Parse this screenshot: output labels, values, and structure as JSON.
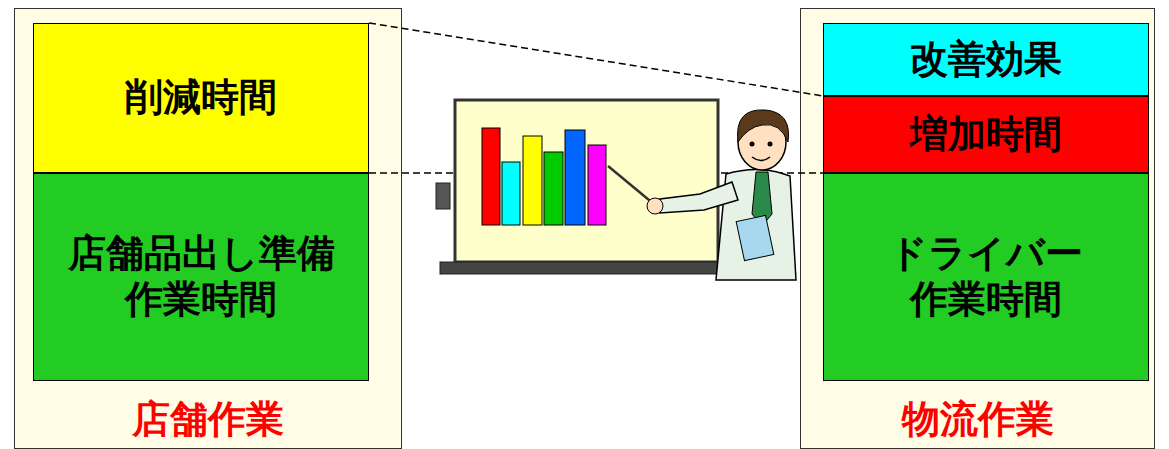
{
  "diagram": {
    "nodes": [
      {
        "text": [
          "店舗作業"
        ]
      },
      {
        "text": [
          "削減時間"
        ],
        "in": 0
      },
      {
        "text": [
          "店舗品出し準備 作業時間"
        ],
        "in": 0
      },
      {
        "text": [
          "物流作業"
        ]
      },
      {
        "text": [
          "改善効果"
        ],
        "in": 3
      },
      {
        "text": [
          "増加時間"
        ],
        "in": 3
      },
      {
        "text": [
          "ドライバー 作業時間"
        ],
        "in": 3
      }
    ],
    "edges": [
      {
        "from": 1,
        "to": 5,
        "arrow": "none"
      },
      {
        "from": 2,
        "to": 6,
        "arrow": "none"
      }
    ]
  }
}
